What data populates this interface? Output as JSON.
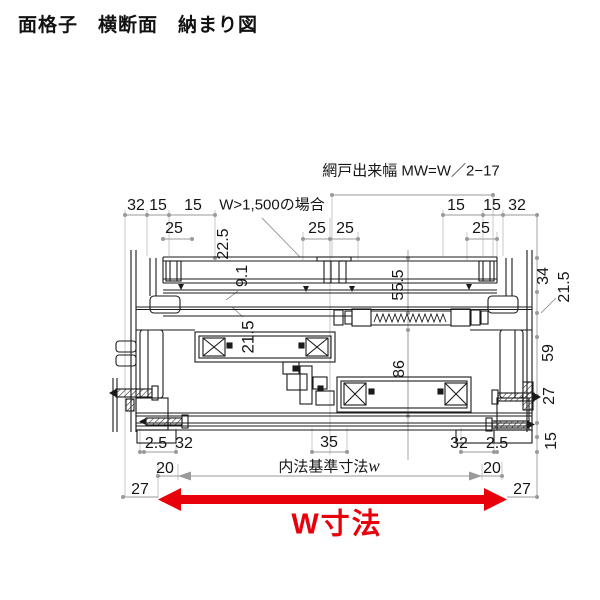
{
  "title": "面格子　横断面　納まり図",
  "annotations": {
    "mw": "網戸出来幅 MW=W／2−17",
    "w1500": "W>1,500の場合",
    "naiho": "内法基準寸法",
    "naiho_w": "w",
    "wdim": "W寸法"
  },
  "dims": {
    "tl_32": "32",
    "tl_15a": "15",
    "tl_15b": "15",
    "tr_15a": "15",
    "tr_15b": "15",
    "tr_32": "32",
    "l_25": "25",
    "m_25a": "25",
    "m_25b": "25",
    "r_25": "25",
    "v_225": "22.5",
    "v_91": "9.1",
    "v_215l": "21.5",
    "v_555": "55.5",
    "v_86": "86",
    "r_34": "34",
    "r_215": "21.5",
    "r_59": "59",
    "r_27": "27",
    "r_15": "15",
    "bl_25": "2.5",
    "bl_32": "32",
    "bm_35": "35",
    "br_32": "32",
    "br_25": "2.5",
    "b20l": "20",
    "b20r": "20",
    "b27l": "27",
    "b27r": "27"
  },
  "colors": {
    "red": "#e8000a",
    "line": "#1a1a1a",
    "dim_gray": "#999999"
  },
  "icons": {
    "w_arrow": "double-headed-arrow",
    "inner_arrow": "double-headed-arrow"
  }
}
